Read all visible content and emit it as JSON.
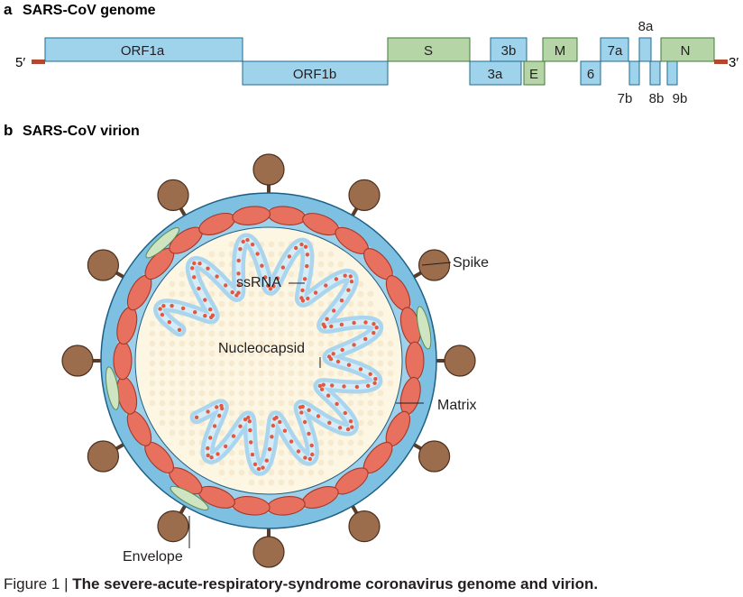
{
  "panel_a": {
    "letter": "a",
    "title": "SARS-CoV genome",
    "five_prime": "5′",
    "three_prime": "3′",
    "genes": {
      "orf1a": "ORF1a",
      "orf1b": "ORF1b",
      "s": "S",
      "g3b": "3b",
      "g3a": "3a",
      "e": "E",
      "m": "M",
      "g6": "6",
      "g7a": "7a",
      "g7b": "7b",
      "g8a": "8a",
      "g8b": "8b",
      "g9b": "9b",
      "n": "N"
    }
  },
  "panel_b": {
    "letter": "b",
    "title": "SARS-CoV virion",
    "labels": {
      "spike": "Spike",
      "ssrna": "ssRNA",
      "nucleocapsid": "Nucleocapsid",
      "matrix": "Matrix",
      "envelope": "Envelope"
    }
  },
  "caption": {
    "figure": "Figure 1 | ",
    "title": "The severe-acute-respiratory-syndrome coronavirus genome and virion."
  },
  "colors": {
    "blue_box": "#9fd3ec",
    "green_box": "#b5d5a6",
    "outline": "#1f6b8f",
    "envelope": "#7ec0e2",
    "core": "#fdf6e3",
    "matrix_protein": "#e8705e",
    "spike": "#9b6d4c",
    "rna_blue": "#a9d6ee",
    "rna_dot": "#e4573f"
  }
}
